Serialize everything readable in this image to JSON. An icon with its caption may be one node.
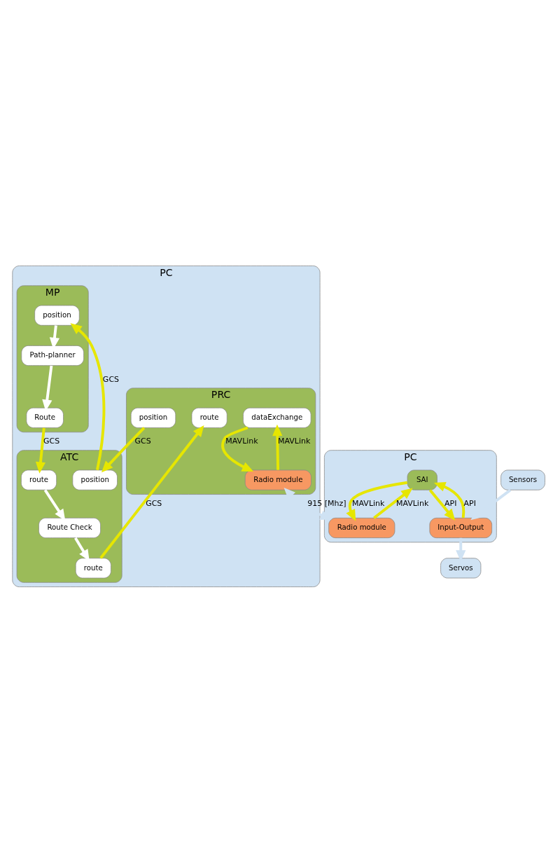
{
  "diagram": {
    "nodes": [
      {
        "text": [
          "PC"
        ]
      },
      {
        "text": [
          "MP"
        ],
        "in": 0
      },
      {
        "text": [
          "position"
        ],
        "in": 1
      },
      {
        "text": [
          "Path-planner"
        ],
        "in": 1
      },
      {
        "text": [
          "Route"
        ],
        "in": 1
      },
      {
        "text": [
          "ATC"
        ],
        "in": 0
      },
      {
        "text": [
          "position"
        ],
        "in": 5
      },
      {
        "text": [
          "route"
        ],
        "in": 5
      },
      {
        "text": [
          "Route Check"
        ],
        "in": 5
      },
      {
        "text": [
          "route"
        ],
        "in": 5
      },
      {
        "text": [
          "PRC"
        ],
        "in": 0
      },
      {
        "text": [
          "position"
        ],
        "in": 10
      },
      {
        "text": [
          "route"
        ],
        "in": 10
      },
      {
        "text": [
          "dataExchange"
        ],
        "in": 10
      },
      {
        "text": [
          "Radio module"
        ],
        "in": 10
      },
      {
        "text": [
          "PC"
        ]
      },
      {
        "text": [
          "SAI"
        ],
        "in": 15
      },
      {
        "text": [
          "Radio module"
        ],
        "in": 15
      },
      {
        "text": [
          "Input-Output"
        ],
        "in": 15
      },
      {
        "text": [
          "Sensors"
        ]
      },
      {
        "text": [
          "Servos"
        ]
      }
    ],
    "edges": [
      {
        "from": 6,
        "to": 2,
        "arrow": "to",
        "label": "GCS"
      },
      {
        "from": 11,
        "to": 6,
        "arrow": "to",
        "label": "GCS"
      },
      {
        "from": 7,
        "to": 12,
        "arrow": "to",
        "label": "GCS"
      },
      {
        "from": 2,
        "to": 3,
        "arrow": "to",
        "color": "#ffffff"
      },
      {
        "from": 3,
        "to": 4,
        "arrow": "to",
        "color": "#ffffff"
      },
      {
        "from": 4,
        "to": 9,
        "arrow": "to",
        "label": "GCS"
      },
      {
        "from": 9,
        "to": 8,
        "arrow": "to",
        "color": "#ffffff"
      },
      {
        "from": 8,
        "to": 7,
        "arrow": "to",
        "color": "#ffffff"
      },
      {
        "from": 13,
        "to": 14,
        "arrow": "to",
        "label": "MAVLink"
      },
      {
        "from": 14,
        "to": 13,
        "arrow": "to",
        "label": "MAVLink"
      },
      {
        "from": 14,
        "to": 17,
        "arrow": "both",
        "label": "915 [Mhz]",
        "color": "#cfe2f3"
      },
      {
        "from": 17,
        "to": 16,
        "arrow": "to",
        "label": "MAVLink"
      },
      {
        "from": 16,
        "to": 17,
        "arrow": "to",
        "label": "MAVLink"
      },
      {
        "from": 16,
        "to": 18,
        "arrow": "to",
        "label": "API"
      },
      {
        "from": 18,
        "to": 16,
        "arrow": "to",
        "label": "API"
      },
      {
        "from": 19,
        "to": 18,
        "arrow": "to",
        "color": "#cfe2f3"
      },
      {
        "from": 18,
        "to": 20,
        "arrow": "to",
        "color": "#cfe2f3"
      }
    ]
  }
}
